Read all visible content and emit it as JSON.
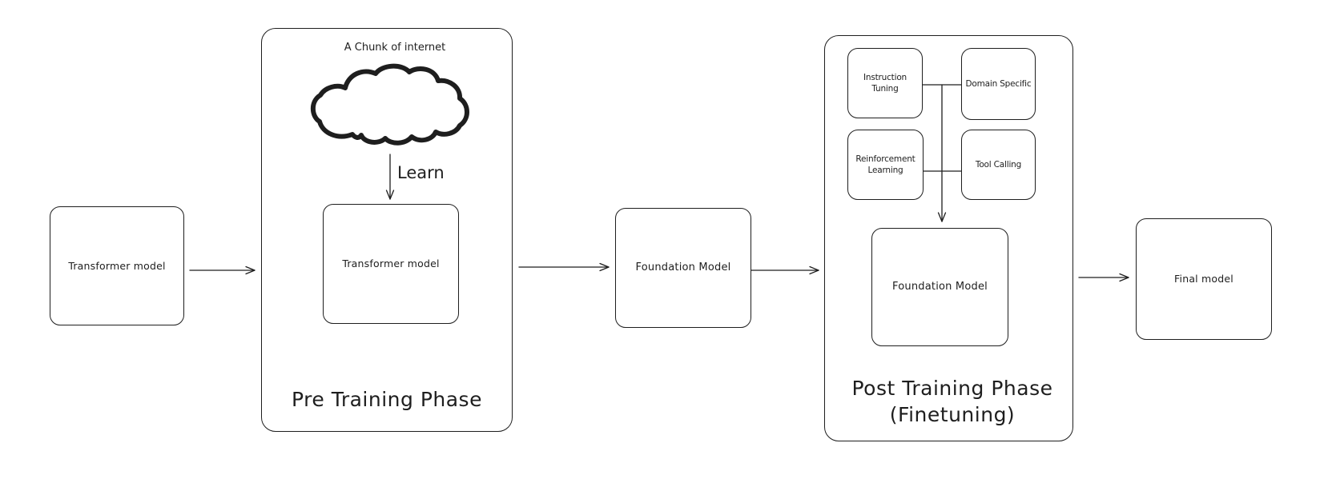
{
  "canvas": {
    "background": "#ffffff",
    "stroke_color": "#1e1e1e"
  },
  "nodes": {
    "input_model": {
      "label": "Transformer model"
    },
    "pre_phase": {
      "title": "Pre Training Phase",
      "cloud_label": "A Chunk of internet",
      "cloud_icon": "cloud",
      "learn_label": "Learn",
      "model": {
        "label": "Transformer model"
      }
    },
    "foundation": {
      "label": "Foundation Model"
    },
    "post_phase": {
      "title": "Post Training Phase",
      "subtitle": "(Finetuning)",
      "techniques": [
        {
          "label": "Instruction Tuning"
        },
        {
          "label": "Domain Specific"
        },
        {
          "label": "Reinforcement Learning"
        },
        {
          "label": "Tool Calling"
        }
      ],
      "model": {
        "label": "Foundation Model"
      }
    },
    "final_model": {
      "label": "Final model"
    }
  }
}
